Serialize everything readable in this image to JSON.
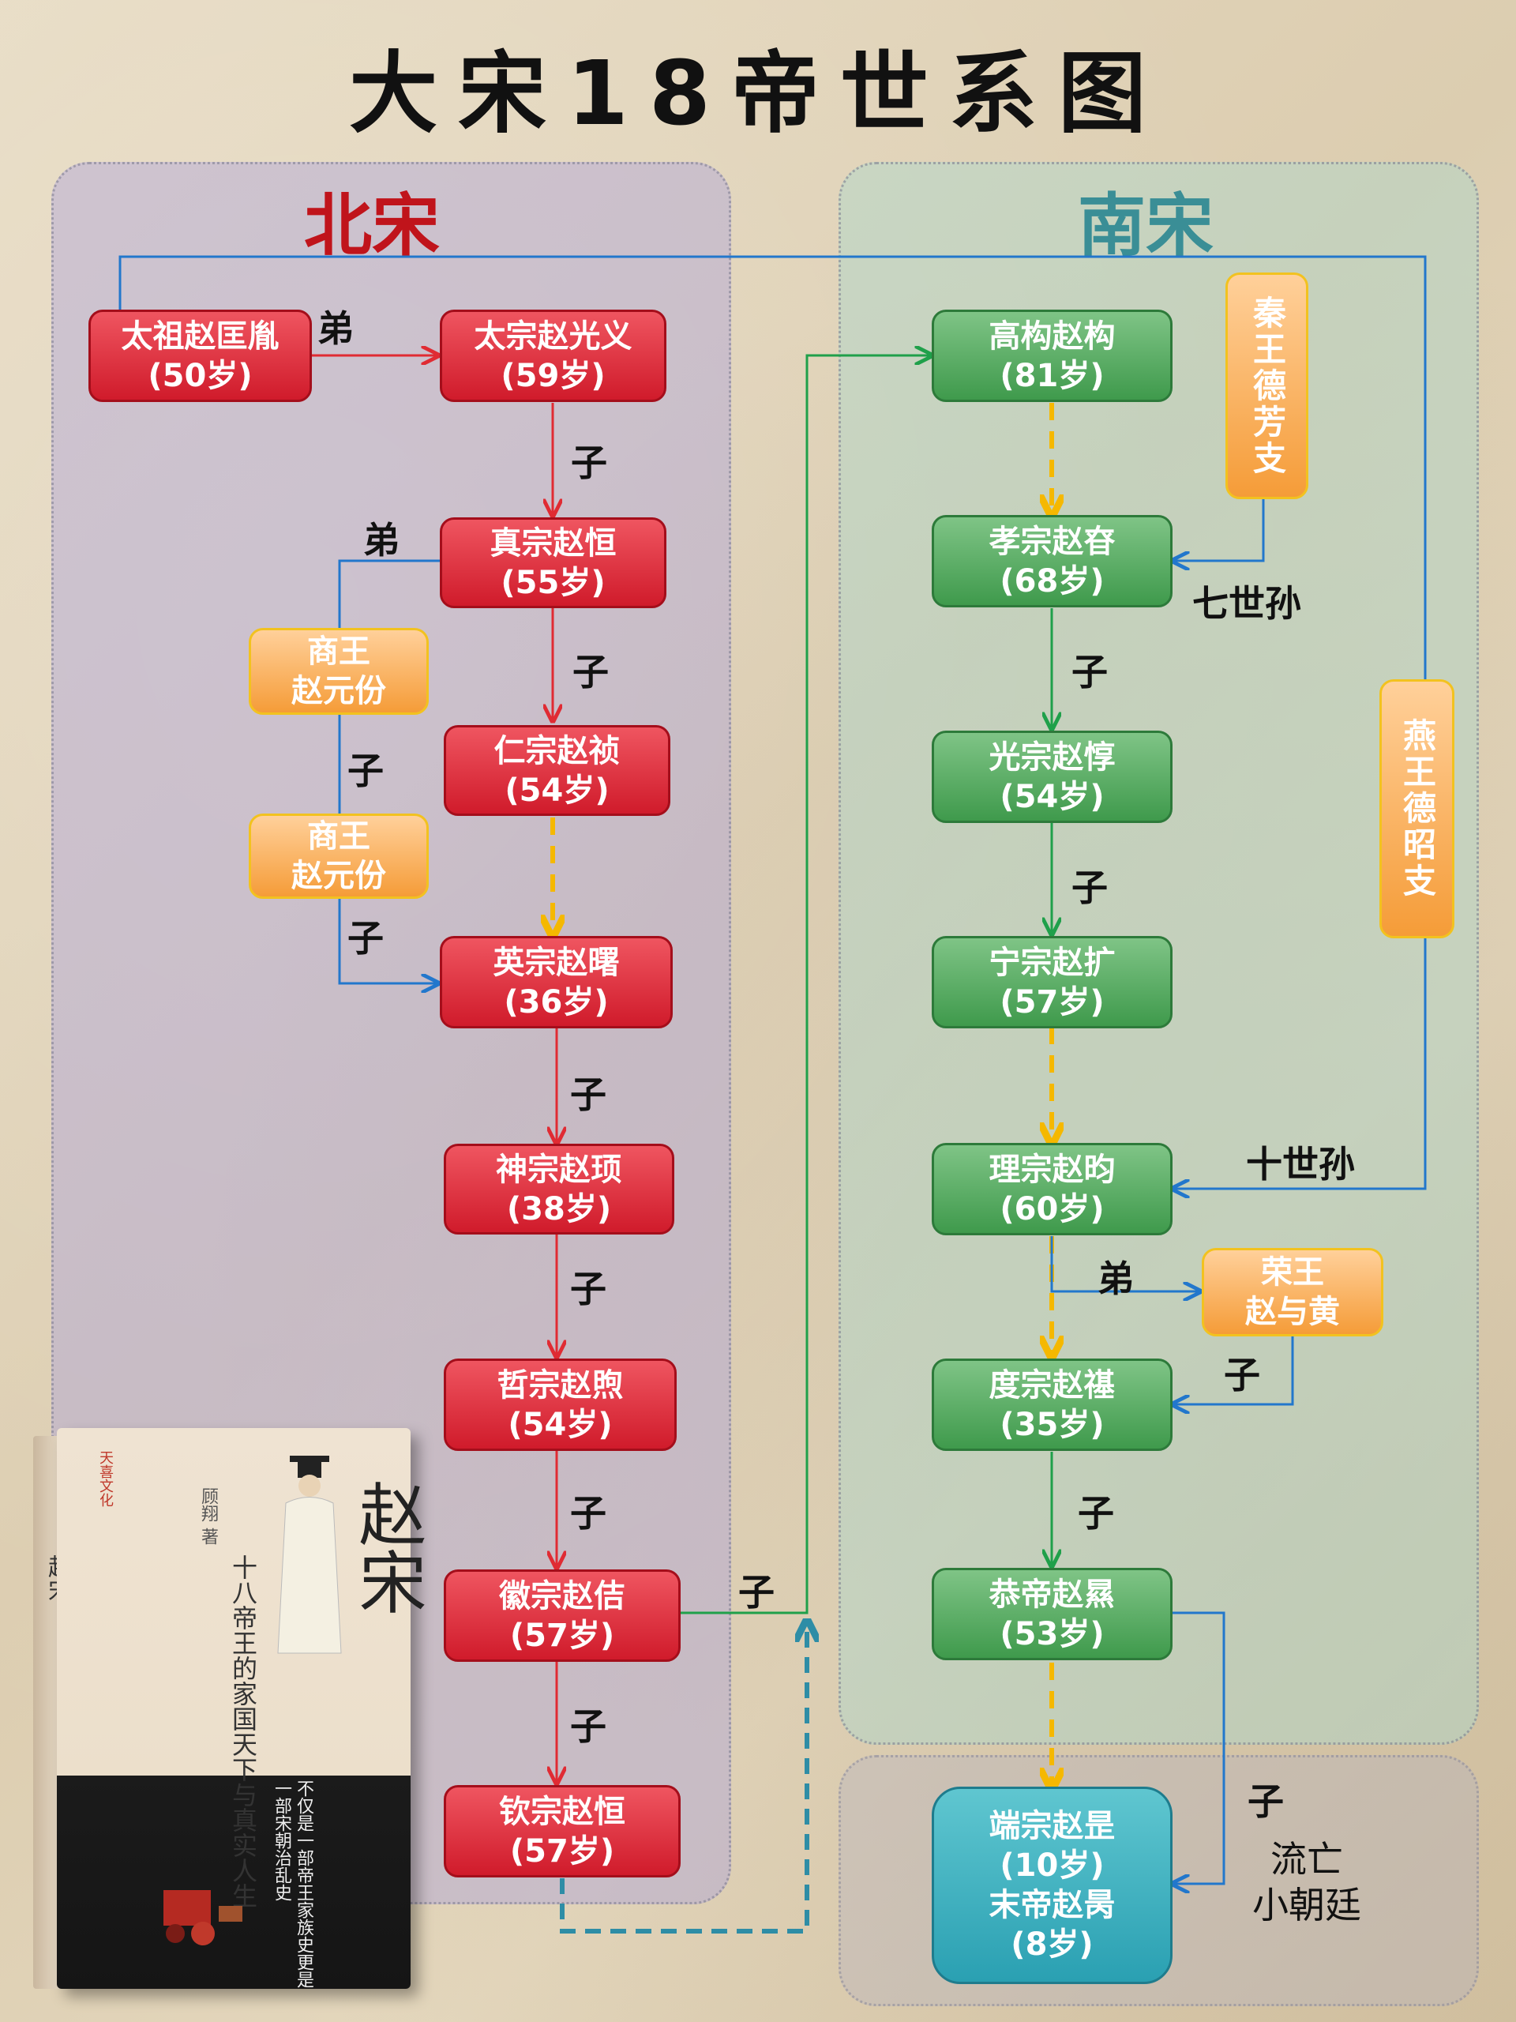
{
  "title": "大宋18帝世系图",
  "panels": {
    "north": "北宋",
    "south": "南宋"
  },
  "north_emperors": [
    {
      "name": "太祖赵匡胤",
      "age": "(50岁)"
    },
    {
      "name": "太宗赵光义",
      "age": "(59岁)"
    },
    {
      "name": "真宗赵恒",
      "age": "(55岁)"
    },
    {
      "name": "仁宗赵祯",
      "age": "(54岁)"
    },
    {
      "name": "英宗赵曙",
      "age": "(36岁)"
    },
    {
      "name": "神宗赵顼",
      "age": "(38岁)"
    },
    {
      "name": "哲宗赵煦",
      "age": "(54岁)"
    },
    {
      "name": "徽宗赵佶",
      "age": "(57岁)"
    },
    {
      "name": "钦宗赵恒",
      "age": "(57岁)"
    }
  ],
  "south_emperors": [
    {
      "name": "高构赵构",
      "age": "(81岁)"
    },
    {
      "name": "孝宗赵昚",
      "age": "(68岁)"
    },
    {
      "name": "光宗赵惇",
      "age": "(54岁)"
    },
    {
      "name": "宁宗赵扩",
      "age": "(57岁)"
    },
    {
      "name": "理宗赵昀",
      "age": "(60岁)"
    },
    {
      "name": "度宗赵禥",
      "age": "(35岁)"
    },
    {
      "name": "恭帝赵㬎",
      "age": "(53岁)"
    }
  ],
  "last_emperors": {
    "line1": "端宗赵昰",
    "line2": "(10岁)",
    "line3": "末帝赵昺",
    "line4": "(8岁)"
  },
  "princes": {
    "shang1": {
      "line1": "商王",
      "line2": "赵元份"
    },
    "shang2": {
      "line1": "商王",
      "line2": "赵元份"
    },
    "qin": "秦王德芳支",
    "yan": "燕王德昭支",
    "rong": {
      "line1": "荣王",
      "line2": "赵与黄"
    }
  },
  "relations": {
    "brother": "弟",
    "son": "子",
    "seventh_grandson": "七世孙",
    "tenth_grandson": "十世孙"
  },
  "exile_note": {
    "line1": "流亡",
    "line2": "小朝廷"
  },
  "book": {
    "title": "赵宋",
    "subtitle": "十八帝王的家国天下与真实人生",
    "author": "顾翔 著",
    "publisher": "天喜文化",
    "spine_title": "赵宋",
    "tagline": "不仅是一部帝王家族史更是一部宋朝治乱史"
  },
  "colors": {
    "north_title": "#c0141b",
    "south_title": "#3a8e96",
    "north_line": "#e02b33",
    "south_line": "#1fa04a",
    "cross_line": "#2277cc",
    "dashed_transition": "#f5b800",
    "exile_link": "#2e8da6"
  }
}
